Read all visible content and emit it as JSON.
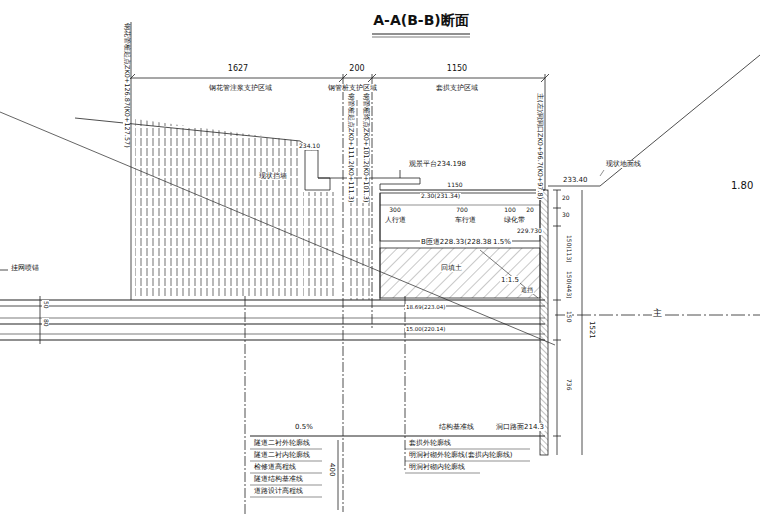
{
  "diagram": {
    "title": "A-A(B-B)断面",
    "labels": [
      "1627",
      "200",
      "1150",
      "钢花管注浆支护区域",
      "钢管桩支护区域",
      "套拱支护区域",
      "钢花管桩起点ZK0+126.87(K0+127.57)",
      "钢管桩起点ZK0+111.2(K0+111.3)",
      "钢管桩终点ZK0+101.2(K0+101.3)",
      "主(左)洞洞口ZK0+96.7(K0+97.8)",
      "234.10",
      "现状挡墙",
      "观景平台234.198",
      "2.30(231.34)",
      "1150",
      "300",
      "700",
      "100",
      "20",
      "人行道",
      "车行道",
      "绿化带",
      "229.730",
      "233.40",
      "现状地面线",
      "1.80",
      "B匝道228.33(228.38)",
      "1.5%",
      "回填土",
      "1:1.5",
      "遮挡",
      "挂网喷锚",
      "18.69(223.04)",
      "15.00(220.14)",
      "50",
      "80",
      "20",
      "30",
      "150(113)",
      "150(443)",
      "150",
      "736",
      "1521",
      "主",
      "0.5%",
      "结构基准线",
      "洞口路面214.3",
      "套拱外轮廓线",
      "明洞衬砌外轮廓线(套拱内轮廓线)",
      "明洞衬砌内轮廓线",
      "隧道二衬外轮廓线",
      "隧道二衬内轮廓线",
      "检修道高程线",
      "隧道结构基准线",
      "道路设计高程线",
      "400"
    ]
  }
}
